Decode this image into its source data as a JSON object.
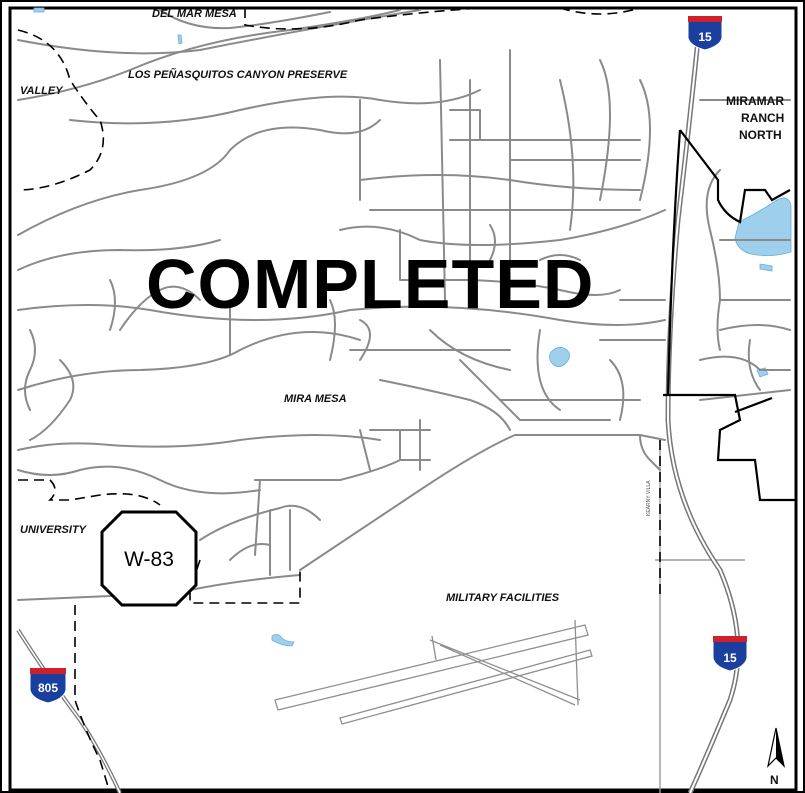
{
  "status_stamp": "COMPLETED",
  "project_marker": "W-83",
  "area_labels": {
    "del_mar_mesa": "DEL MAR MESA",
    "penasquitos": "LOS PEÑASQUITOS CANYON PRESERVE",
    "valley": "VALLEY",
    "miramar_ranch_north_1": "MIRAMAR",
    "miramar_ranch_north_2": "RANCH",
    "miramar_ranch_north_3": "NORTH",
    "mira_mesa": "MIRA MESA",
    "university": "UNIVERSITY",
    "military_facilities": "MILITARY FACILITIES"
  },
  "street_labels": {
    "kearny_villa": "KEARNY VILLA"
  },
  "highway_shields": [
    {
      "route": "15"
    },
    {
      "route": "15"
    },
    {
      "route": "805"
    }
  ],
  "north_arrow": "N",
  "colors": {
    "roads": "#8a8a8a",
    "water": "#9ed0ee",
    "shield_blue": "#1a3f9e",
    "shield_red": "#d0202a",
    "boundary": "#000000"
  }
}
